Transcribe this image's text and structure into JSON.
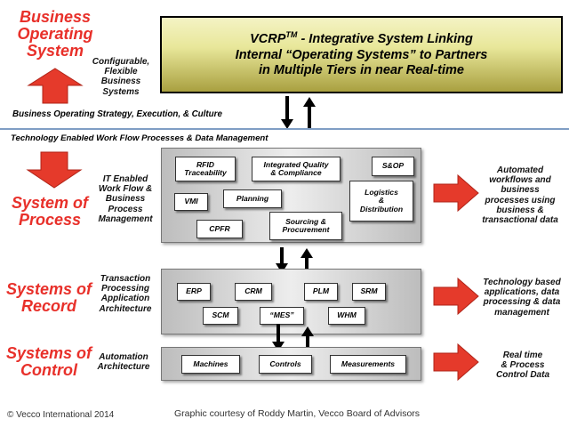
{
  "banner": {
    "line1_pre": "VCRP",
    "line1_sup": "TM",
    "line1_post": " -  Integrative System Linking",
    "line2": "Internal “Operating Systems” to Partners",
    "line3": "in Multiple Tiers in near Real-time"
  },
  "business": {
    "title_l1": "Business",
    "title_l2": "Operating",
    "title_l3": "System",
    "note_l1": "Configurable,",
    "note_l2": "Flexible",
    "note_l3": "Business",
    "note_l4": "Systems",
    "strategy": "Business Operating Strategy,  Execution, & Culture",
    "techflow": "Technology Enabled Work Flow Processes & Data Management"
  },
  "process": {
    "title_l1": "System of",
    "title_l2": "Process",
    "note_l1": "IT Enabled",
    "note_l2": "Work Flow &",
    "note_l3": "Business",
    "note_l4": "Process",
    "note_l5": "Management",
    "boxes": {
      "rfid_l1": "RFID",
      "rfid_l2": "Traceability",
      "iqc_l1": "Integrated Quality",
      "iqc_l2": "& Compliance",
      "sop": "S&OP",
      "planning": "Planning",
      "vmi": "VMI",
      "logistics_l1": "Logistics",
      "logistics_l2": "&",
      "logistics_l3": "Distribution",
      "cpfr": "CPFR",
      "sourcing_l1": "Sourcing &",
      "sourcing_l2": "Procurement"
    },
    "outcome_l1": "Automated",
    "outcome_l2": "workflows and",
    "outcome_l3": "business",
    "outcome_l4": "processes  using",
    "outcome_l5": "business &",
    "outcome_l6": "transactional data"
  },
  "record": {
    "title_l1": "Systems of",
    "title_l2": "Record",
    "note_l1": "Transaction",
    "note_l2": "Processing",
    "note_l3": "Application",
    "note_l4": "Architecture",
    "boxes": {
      "erp": "ERP",
      "crm": "CRM",
      "plm": "PLM",
      "srm": "SRM",
      "scm": "SCM",
      "mes": "“MES”",
      "whm": "WHM"
    },
    "outcome_l1": "Technology based",
    "outcome_l2": "applications, data",
    "outcome_l3": "processing & data",
    "outcome_l4": "management"
  },
  "control": {
    "title_l1": "Systems of",
    "title_l2": "Control",
    "note_l1": "Automation",
    "note_l2": "Architecture",
    "boxes": {
      "machines": "Machines",
      "controls": "Controls",
      "measurements": "Measurements"
    },
    "outcome_l1": "Real time",
    "outcome_l2": "& Process",
    "outcome_l3": "Control Data"
  },
  "footer": {
    "copyright": "© Vecco International 2014",
    "credit": "Graphic courtesy of Roddy Martin, Vecco Board of Advisors"
  },
  "colors": {
    "accent_red": "#e8302a",
    "arrow_red": "#e53a2b",
    "banner_gold": "#a9a040",
    "divider_blue": "#7f9ec4"
  }
}
